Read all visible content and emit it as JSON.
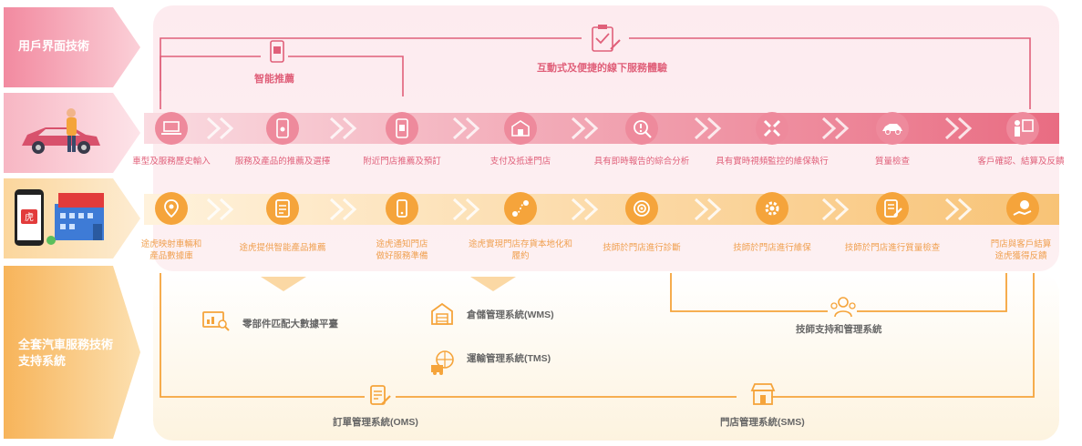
{
  "side_labels": {
    "user_interface": "用戶界面技術",
    "full_suite": "全套汽車服務技術\n支持系統"
  },
  "top_brackets": {
    "interactive": "互動式及便捷的線下服務體驗",
    "smart_recommend": "智能推薦"
  },
  "customer_stages": [
    {
      "label": "車型及服務歷史輸入",
      "icon": "laptop-icon"
    },
    {
      "label": "服務及產品的推薦及選擇",
      "icon": "touch-phone-icon"
    },
    {
      "label": "附近門店推薦及預訂",
      "icon": "store-phone-icon"
    },
    {
      "label": "支付及抵達門店",
      "icon": "storefront-icon"
    },
    {
      "label": "具有即時報告的綜合分析",
      "icon": "magnifier-alert-icon"
    },
    {
      "label": "具有實時視頻監控的維保執行",
      "icon": "wrench-cross-icon"
    },
    {
      "label": "質量檢查",
      "icon": "car-icon"
    },
    {
      "label": "客戶確認、結算及反饋",
      "icon": "person-board-icon"
    }
  ],
  "tuhu_stages": [
    {
      "label": "途虎映射車輛和\n產品數據庫",
      "icon": "map-pin-icon"
    },
    {
      "label": "途虎提供智能產品推薦",
      "icon": "checklist-icon"
    },
    {
      "label": "途虎通知門店\n做好服務準備",
      "icon": "phone-notify-icon"
    },
    {
      "label": "途虎實現門店存貨本地化和\n履約",
      "icon": "route-icon"
    },
    {
      "label": "技師於門店進行診斷",
      "icon": "target-icon"
    },
    {
      "label": "技師於門店進行維保",
      "icon": "gear-tool-icon"
    },
    {
      "label": "技師於門店進行質量檢查",
      "icon": "edit-doc-icon"
    },
    {
      "label": "門店與客戶結算\n途虎獲得反饋",
      "icon": "hand-coin-icon"
    }
  ],
  "systems": {
    "parts": "零部件匹配大數據平臺",
    "wms": "倉儲管理系統(WMS)",
    "tms": "運輸管理系統(TMS)",
    "tech": "技師支持和管理系統",
    "oms": "訂單管理系統(OMS)",
    "sms": "門店管理系統(SMS)"
  },
  "colors": {
    "pink": "#e0607a",
    "orange": "#f5a43b",
    "pink_light": "#f9c9d2",
    "orange_light": "#fde0b4"
  }
}
